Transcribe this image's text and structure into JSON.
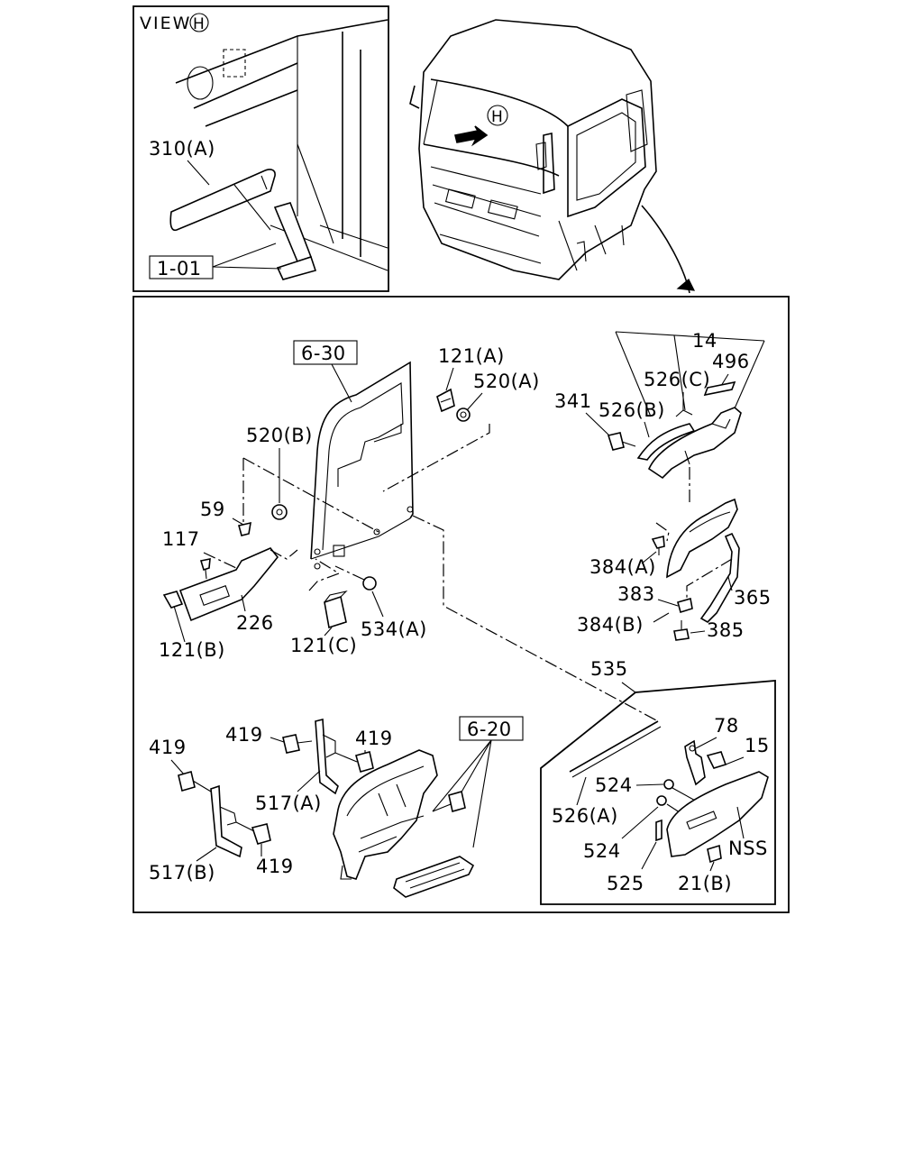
{
  "view_inset": {
    "title": "VIEW",
    "marker": "H",
    "labels": {
      "part_310a": "310(A)",
      "ref_1_01": "1-01"
    }
  },
  "cab": {
    "marker": "H"
  },
  "main": {
    "refs": {
      "ref_6_30": "6-30",
      "ref_6_20": "6-20"
    },
    "labels": {
      "p14": "14",
      "p496": "496",
      "p526c": "526(C)",
      "p341": "341",
      "p526b": "526(B)",
      "p121a": "121(A)",
      "p520a": "520(A)",
      "p520b": "520(B)",
      "p59": "59",
      "p117": "117",
      "p226": "226",
      "p121b": "121(B)",
      "p121c": "121(C)",
      "p534a": "534(A)",
      "p384a": "384(A)",
      "p383": "383",
      "p365": "365",
      "p384b": "384(B)",
      "p385": "385",
      "p535": "535",
      "p419_a": "419",
      "p419_b": "419",
      "p419_c": "419",
      "p419_d": "419",
      "p517a": "517(A)",
      "p517b": "517(B)"
    }
  },
  "detail_box": {
    "labels": {
      "p78": "78",
      "p15": "15",
      "p524_a": "524",
      "p526a": "526(A)",
      "p524_b": "524",
      "pNSS": "NSS",
      "p525": "525",
      "p21b": "21(B)"
    }
  }
}
